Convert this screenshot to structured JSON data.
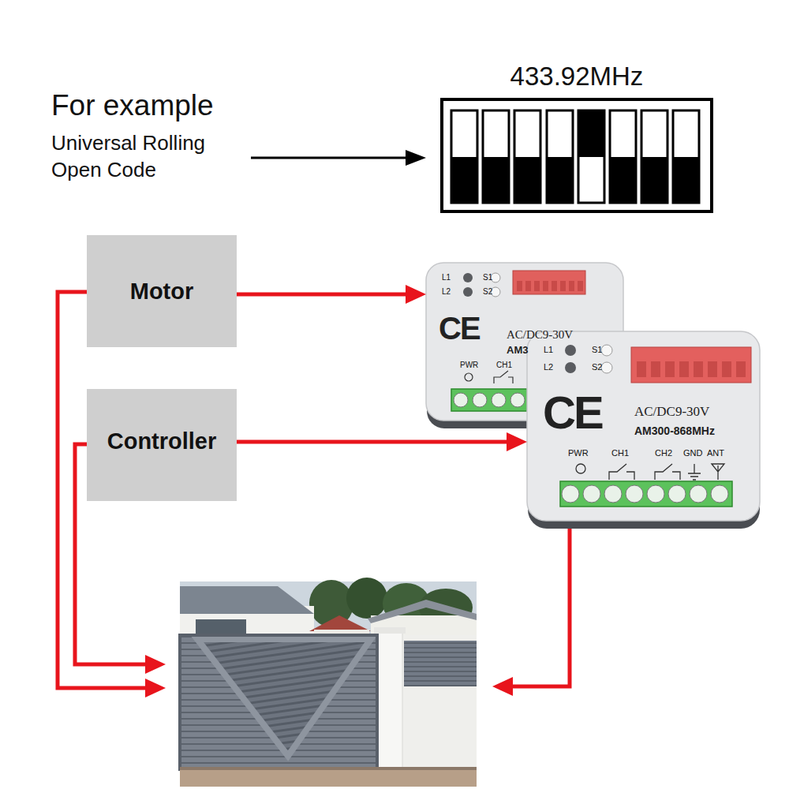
{
  "diagram": {
    "nodes": [
      {
        "text": [
          "433.92MHz"
        ]
      },
      {
        "text": [
          "Motor"
        ]
      },
      {
        "text": [
          "Controller"
        ]
      },
      {
        "text": [
          "L1",
          "S1",
          "L2",
          "S2",
          "CE",
          "AC/DC9-30V",
          "AM3",
          "PWR",
          "CH1"
        ]
      },
      {
        "text": [
          "L1",
          "S1",
          "L2",
          "S2",
          "CE",
          "AC/DC9-30V",
          "AM300-868MHz",
          "PWR",
          "CH1",
          "CH2",
          "GND",
          "ANT"
        ]
      }
    ],
    "edges": [
      {
        "from": 1,
        "to": 3,
        "arrow": "to"
      },
      {
        "from": 2,
        "to": 4,
        "arrow": "to"
      }
    ],
    "labels": [
      "For example",
      "Universal Rolling Open Code"
    ]
  }
}
